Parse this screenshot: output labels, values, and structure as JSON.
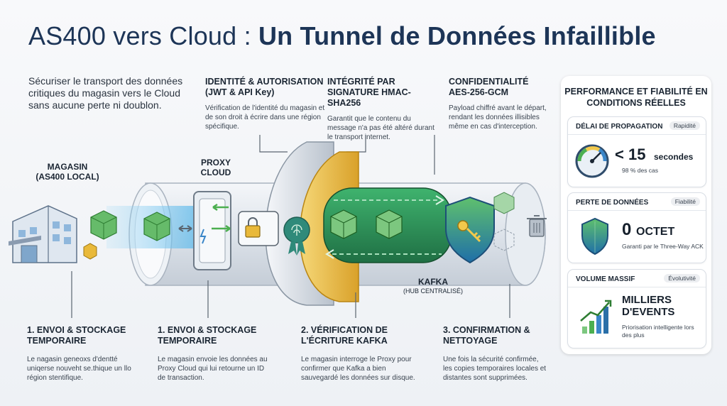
{
  "header": {
    "title_regular": "AS400 vers Cloud : ",
    "title_bold": "Un Tunnel de Données Infaillible"
  },
  "intro": "Sécuriser le transport des données critiques du magasin vers le Cloud sans aucune perte ni doublon.",
  "features": [
    {
      "title": "IDENTITÉ & AUTORISATION (JWT & API Key)",
      "desc": "Vérification de l'identité du magasin et de son droit à écrire dans une région spécifique."
    },
    {
      "title": "INTÉGRITÉ PAR SIGNATURE HMAC-SHA256",
      "desc": "Garantit que le contenu du message n'a pas été altéré durant le transport internet."
    },
    {
      "title": "CONFIDENTIALITÉ AES-256-GCM",
      "desc": "Payload chiffré avant le départ, rendant les données illisibles même en cas d'interception."
    }
  ],
  "labels": {
    "store": "MAGASIN (AS400 LOCAL)",
    "proxy": "PROXY CLOUD",
    "kafka": "KAFKA",
    "kafka_sub": "(HUB CENTRALISÉ)"
  },
  "steps": [
    {
      "title": "1. ENVOI & STOCKAGE TEMPORAIRE",
      "desc": "Le nagasin geneoxs d'dentté uniqerse nouveht se.thique un llo région stentifique."
    },
    {
      "title": "1. ENVOI & STOCKAGE TEMPORAIRE",
      "desc": "Le magasin envoie les données au Proxy Cloud qui lui retourne un ID de transaction."
    },
    {
      "title": "2. VÉRIFICATION DE L'ÉCRITURE KAFKA",
      "desc": "Le magasin interroge le Proxy pour confirmer que Kafka a bien sauvegardé les données sur disque."
    },
    {
      "title": "3. CONFIRMATION & NETTOYAGE",
      "desc": "Une fois la sécurité confirmée, les copies temporaires locales et distantes sont supprimées."
    }
  ],
  "panel": {
    "title": "PERFORMANCE ET FIABILITÉ EN CONDITIONS RÉELLES",
    "cards": [
      {
        "heading": "DÉLAI DE PROPAGATION",
        "badge": "Rapidité",
        "value": "< 15",
        "unit": "secondes",
        "note": "98 % des cas",
        "icon": "gauge-icon"
      },
      {
        "heading": "PERTE DE DONNÉES",
        "badge": "Fiabilité",
        "value": "0",
        "unit": "OCTET",
        "note": "Garanti par le Three-Way ACK",
        "icon": "shield-icon"
      },
      {
        "heading": "VOLUME MASSIF",
        "badge": "Évolutivité",
        "value": "MILLIERS D'EVENTS",
        "note": "Priorisation intelligente lors des plus",
        "icon": "growth-chart-icon"
      }
    ]
  },
  "colors": {
    "title": "#1d3557",
    "tube": "#dfe5ec",
    "green_box": "#5cb85c",
    "gold": "#e9b93a",
    "kafka_green": "#2f9e5a",
    "shield_blue": "#2a7fb8"
  }
}
